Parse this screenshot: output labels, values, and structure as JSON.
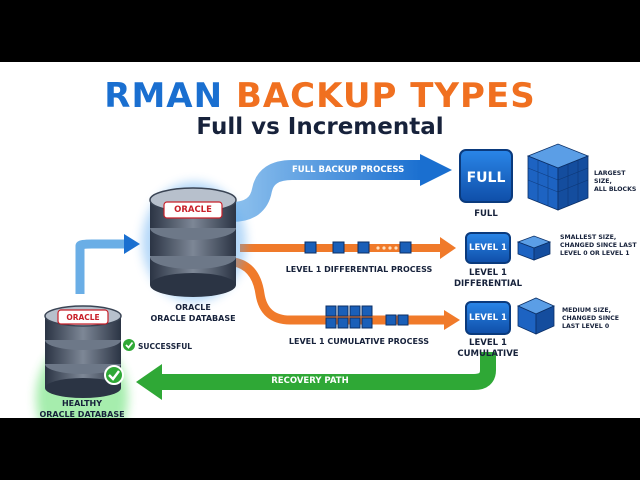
{
  "title": {
    "part1": "RMAN",
    "part2": "BACKUP TYPES",
    "color1": "#1a6fd0",
    "color2": "#f07020"
  },
  "subtitle": "Full vs Incremental",
  "databases": {
    "source": {
      "logo": "ORACLE",
      "label_line1": "ORACLE",
      "label_line2": "ORACLE DATABASE"
    },
    "healthy": {
      "logo": "ORACLE",
      "label_line1": "HEALTHY",
      "label_line2": "ORACLE DATABASE",
      "status": "SUCCESSFUL"
    }
  },
  "processes": {
    "full": "FULL BACKUP PROCESS",
    "differential": "LEVEL 1 DIFFERENTIAL PROCESS",
    "cumulative": "LEVEL 1 CUMULATIVE PROCESS",
    "recovery": "RECOVERY PATH"
  },
  "outputs": {
    "full": {
      "badge": "FULL",
      "label": "FULL",
      "note_line1": "LARGEST SIZE,",
      "note_line2": "ALL BLOCKS"
    },
    "differential": {
      "badge": "LEVEL 1",
      "label_line1": "LEVEL 1",
      "label_line2": "DIFFERENTIAL",
      "note_line1": "SMALLEST SIZE,",
      "note_line2": "CHANGED SINCE LAST",
      "note_line3": "LEVEL 0 OR LEVEL 1"
    },
    "cumulative": {
      "badge": "LEVEL 1",
      "label_line1": "LEVEL 1",
      "label_line2": "CUMULATIVE",
      "note_line1": "MEDIUM SIZE,",
      "note_line2": "CHANGED SINCE",
      "note_line3": "LAST LEVEL 0"
    }
  },
  "colors": {
    "blue": "#1a6fd0",
    "orange": "#f07020",
    "green": "#2fa836",
    "navy": "#17223b"
  }
}
